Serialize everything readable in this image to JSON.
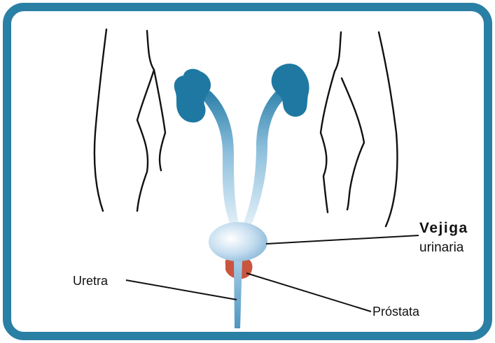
{
  "diagram": {
    "labels": {
      "bladder_line1": "Vejiga",
      "bladder_line2": "urinaria",
      "urethra": "Uretra",
      "prostate": "Próstata"
    },
    "colors": {
      "frame": "#2a7fa4",
      "kidney": "#1f78a2",
      "ureter_light": "#cfe4f1",
      "bladder": "#b9d6ea",
      "prostate": "#c9553f",
      "outline": "#111111"
    }
  }
}
